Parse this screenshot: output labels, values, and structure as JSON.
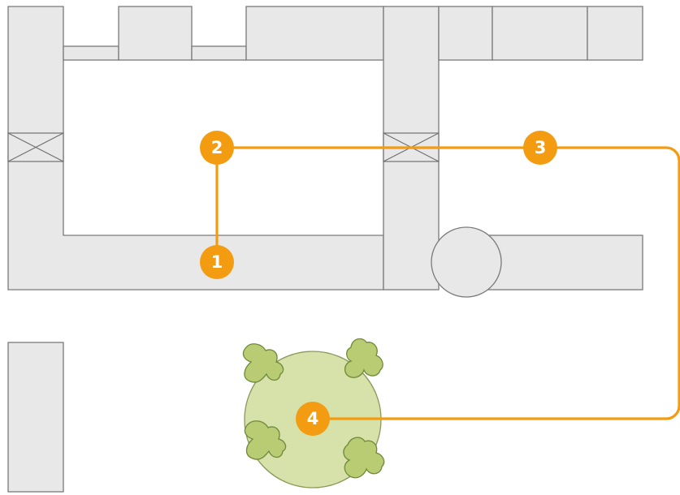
{
  "colors": {
    "route": "#f39c12",
    "marker": "#f39c12",
    "marker_text": "#ffffff",
    "wall_fill": "#e8e8e8",
    "wall_stroke": "#7a7a7a",
    "table_fill": "#d7e1aa",
    "table_stroke": "#8a9a5b",
    "plant_fill": "#b9cc74",
    "column_fill": "#e8e8e8"
  },
  "markers": [
    {
      "id": "1",
      "label": "1"
    },
    {
      "id": "2",
      "label": "2"
    },
    {
      "id": "3",
      "label": "3"
    },
    {
      "id": "4",
      "label": "4"
    }
  ]
}
